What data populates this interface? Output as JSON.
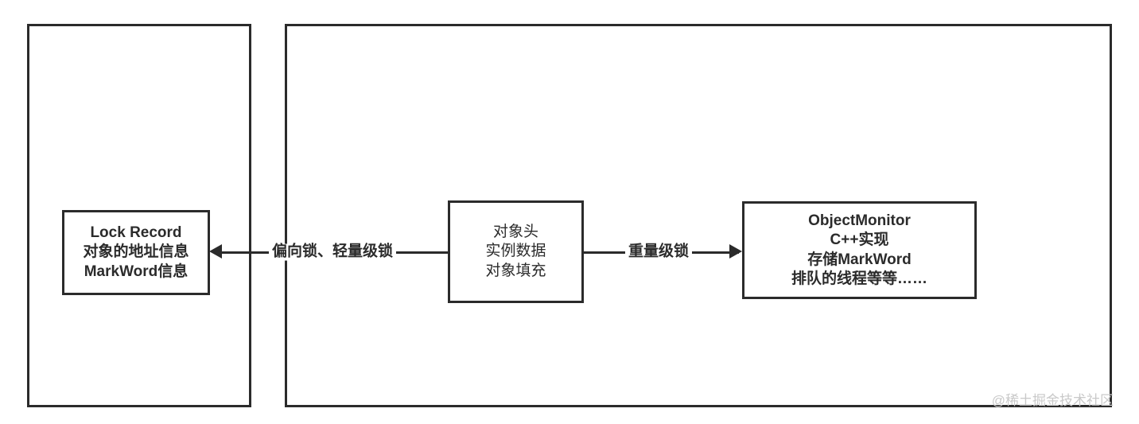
{
  "diagram": {
    "panels": [
      {
        "name": "left-panel",
        "label": ""
      },
      {
        "name": "right-panel",
        "label": ""
      }
    ],
    "nodes": {
      "lock_record": {
        "lines": [
          "Lock Record",
          "对象的地址信息",
          "MarkWord信息"
        ]
      },
      "object_layout": {
        "lines": [
          "对象头",
          "实例数据",
          "对象填充"
        ]
      },
      "object_monitor": {
        "lines": [
          "ObjectMonitor",
          "C++实现",
          "存储MarkWord",
          "排队的线程等等……"
        ]
      }
    },
    "edges": [
      {
        "name": "edge-to-lock-record",
        "label": "偏向锁、轻量级锁",
        "direction": "left",
        "from": "object_layout",
        "to": "lock_record"
      },
      {
        "name": "edge-to-object-monitor",
        "label": "重量级锁",
        "direction": "right",
        "from": "object_layout",
        "to": "object_monitor"
      }
    ],
    "watermark": "@稀土掘金技术社区",
    "colors": {
      "stroke": "#2b2b2b",
      "text": "#2b2b2b",
      "background": "#ffffff",
      "watermark": "#c9c9c9"
    }
  }
}
